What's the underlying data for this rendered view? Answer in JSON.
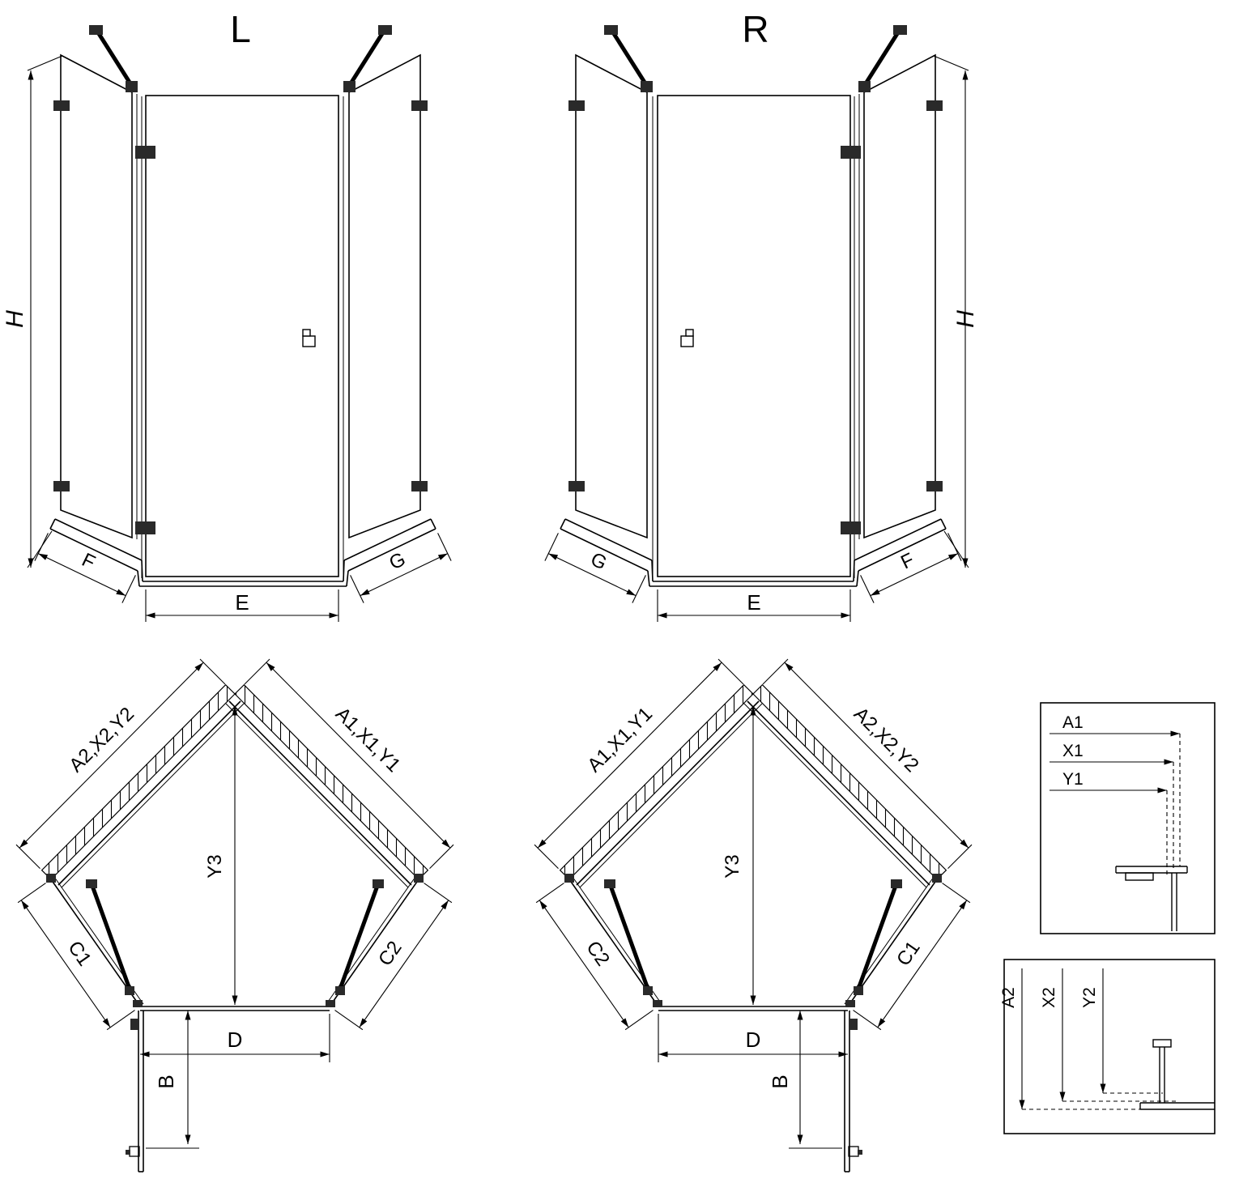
{
  "sheet": {
    "background": "#ffffff",
    "line_color": "#000000"
  },
  "perspective_left": {
    "title": "L",
    "height": "H",
    "left_side": "F",
    "front": "E",
    "right_side": "G"
  },
  "perspective_right": {
    "title": "R",
    "height": "H",
    "left_side": "G",
    "front": "E",
    "right_side": "F"
  },
  "plan_left": {
    "wall_left": "A2,X2,Y2",
    "wall_right": "A1,X1,Y1",
    "diagonal": "Y3",
    "side_left": "C1",
    "side_right": "C2",
    "door_width": "D",
    "door_depth": "B"
  },
  "plan_right": {
    "wall_left": "A1,X1,Y1",
    "wall_right": "A2,X2,Y2",
    "diagonal": "Y3",
    "side_left": "C2",
    "side_right": "C1",
    "door_width": "D",
    "door_depth": "B"
  },
  "detail_top": {
    "dims": [
      "A1",
      "X1",
      "Y1"
    ]
  },
  "detail_bottom": {
    "dims": [
      "A2",
      "X2",
      "Y2"
    ]
  }
}
